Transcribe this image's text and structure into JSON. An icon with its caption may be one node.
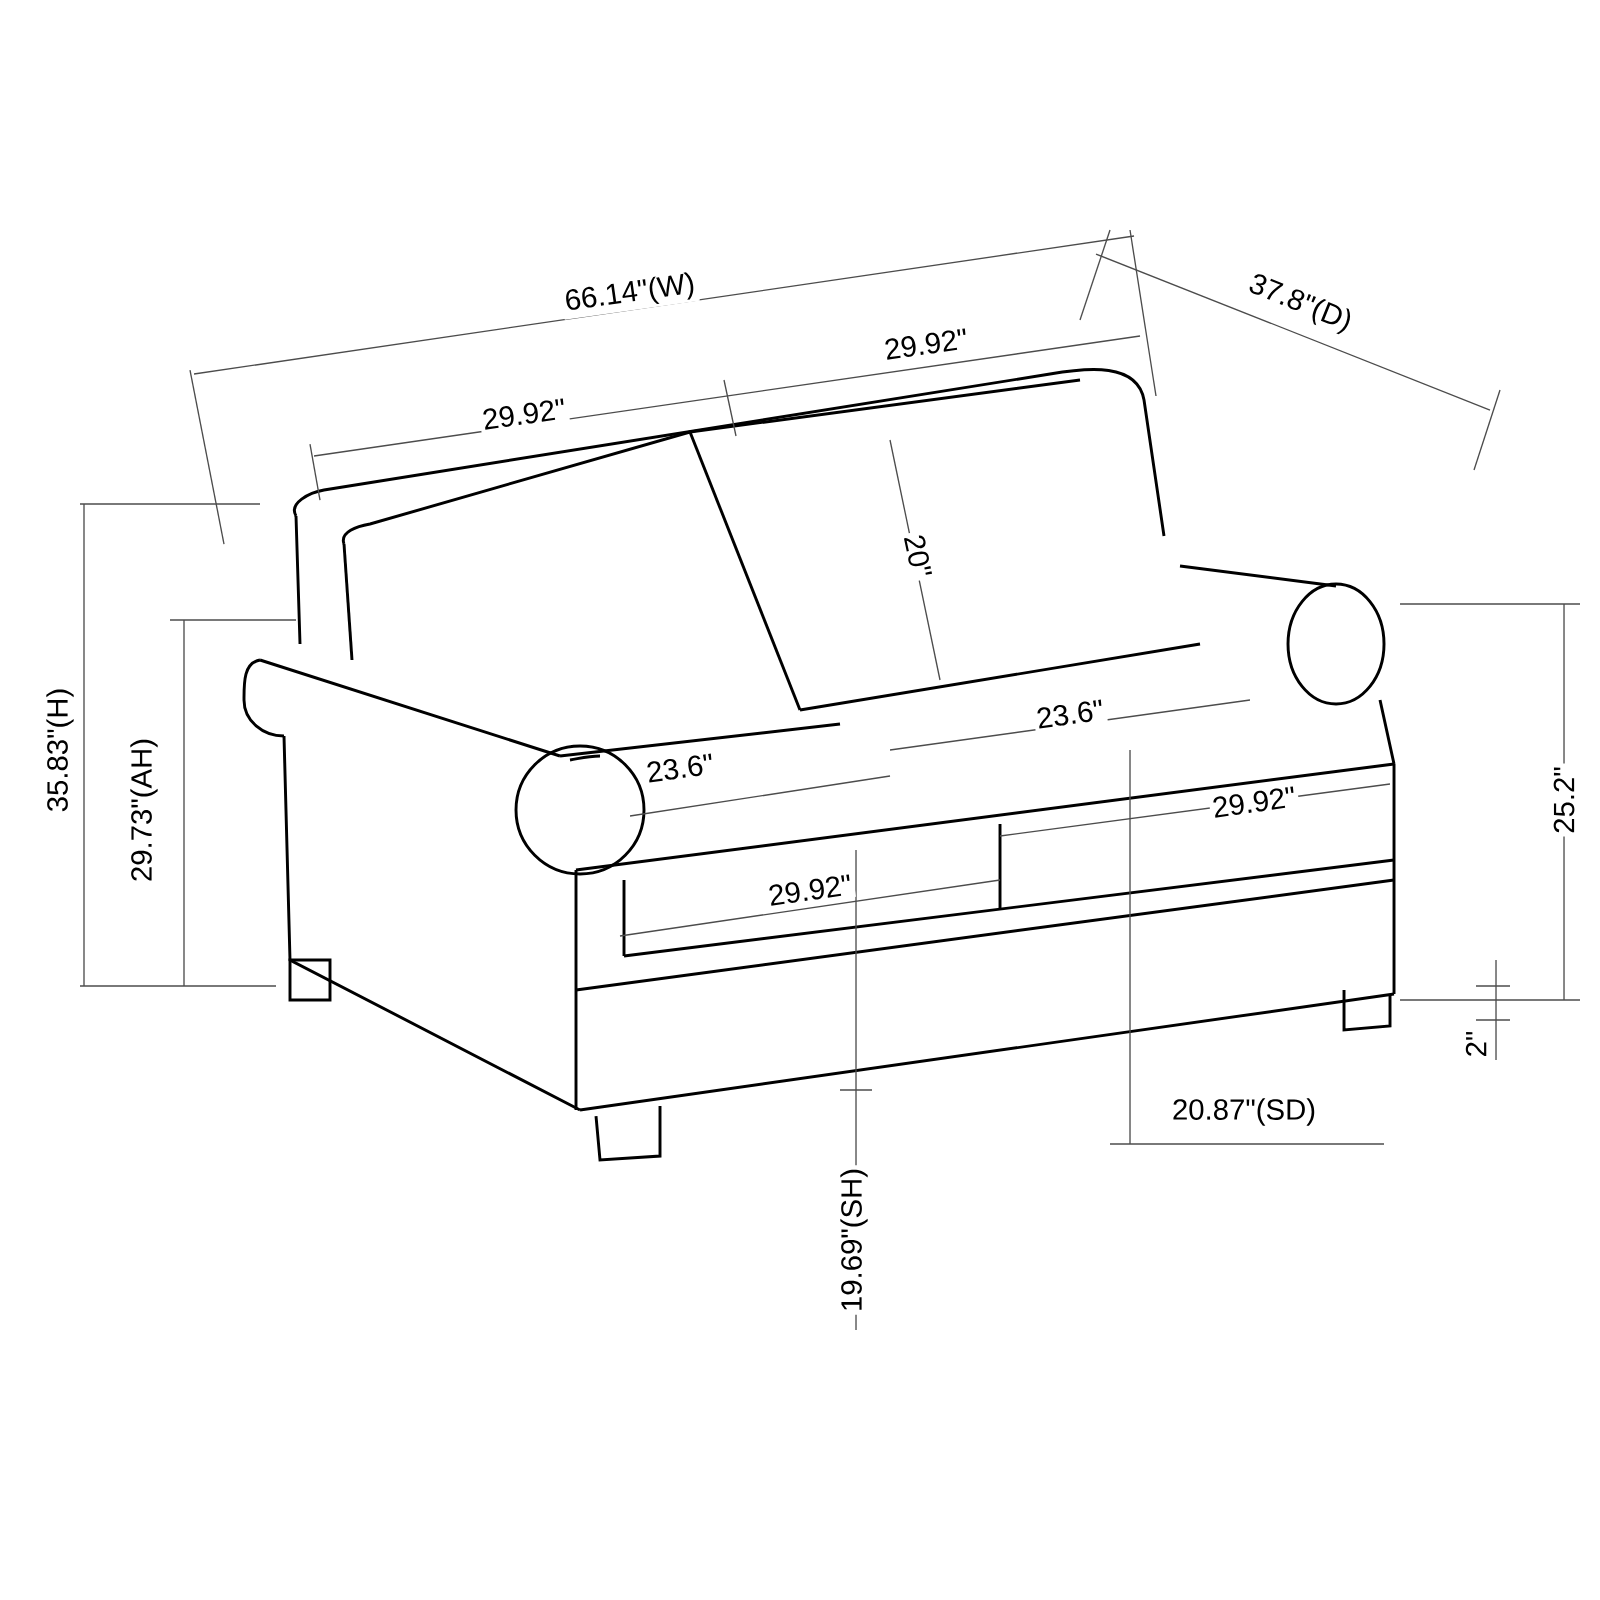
{
  "diagram": {
    "labels": [
      "66.14\"(W)",
      "37.8\"(D)",
      "29.92\"",
      "29.92\"",
      "20\"",
      "35.83\"(H)",
      "29.73\"(AH)",
      "23.6\"",
      "23.6\"",
      "25.2\"",
      "29.92\"",
      "29.92\"",
      "2\"",
      "20.87\"(SD)",
      "19.69\"(SH)"
    ]
  }
}
